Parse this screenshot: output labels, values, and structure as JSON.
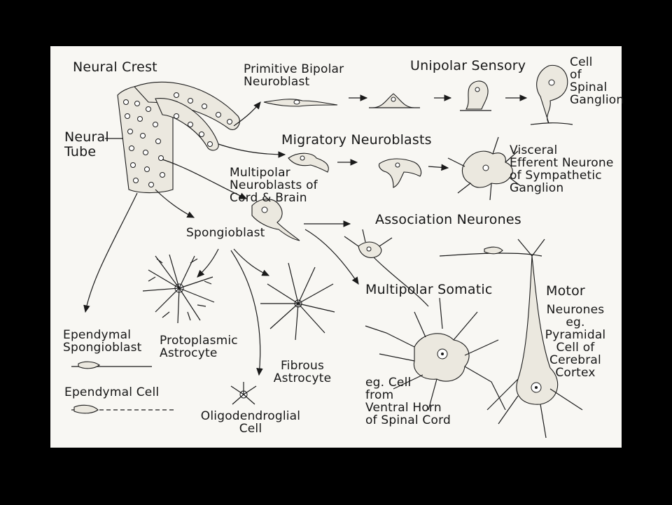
{
  "diagram": {
    "labels": {
      "neural_crest": "Neural Crest",
      "neural_tube": "Neural\nTube",
      "primitive_bipolar": "Primitive Bipolar\nNeuroblast",
      "unipolar_sensory": "Unipolar Sensory",
      "cell_spinal_ganglion": "Cell\nof\nSpinal\nGanglion",
      "migratory_neuroblasts": "Migratory Neuroblasts",
      "visceral_efferent": "Visceral\nEfferent Neurone\nof Sympathetic\nGanglion",
      "multipolar_neuroblasts": "Multipolar\nNeuroblasts of\nCord & Brain",
      "association_neurones": "Association Neurones",
      "spongioblast": "Spongioblast",
      "multipolar_somatic": "Multipolar  Somatic",
      "motor": "Motor",
      "motor_neurones": "Neurones\neg.\nPyramidal\nCell of\nCerebral\nCortex",
      "ependymal_spongioblast": "Ependymal\nSpongioblast",
      "protoplasmic_astrocyte": "Protoplasmic\nAstrocyte",
      "fibrous_astrocyte": "Fibrous\nAstrocyte",
      "ependymal_cell": "Ependymal Cell",
      "oligodendroglial_cell": "Oligodendroglial\nCell",
      "eg_cell_ventral_horn": "eg. Cell\nfrom\nVentral Horn\nof Spinal Cord"
    }
  }
}
